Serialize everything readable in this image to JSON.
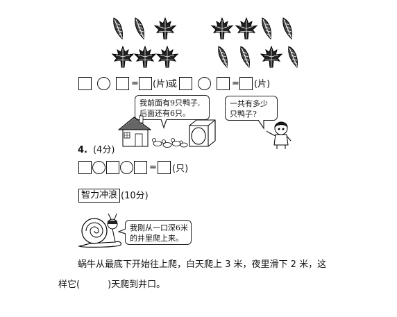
{
  "eq1": {
    "unit1": "(片)",
    "or": "或",
    "unit2": "(片)",
    "equals": "="
  },
  "bubble_left": {
    "line1": "我前面有9只鸭子,",
    "line2": "后面还有6只。"
  },
  "bubble_right": {
    "line1": "一共有多少",
    "line2": "只鸭子?"
  },
  "q4": {
    "number": "4",
    "sep": ".",
    "score": "(4分)"
  },
  "eq2": {
    "equals": "=",
    "unit": "(只)"
  },
  "challenge": {
    "label": "智力冲浪",
    "score": "(10分)"
  },
  "snail_bubble": {
    "line1": "我刚从一口深6米",
    "line2": "的井里爬上来。"
  },
  "problem": {
    "line1": "蜗牛从最底下开始往上爬，白天爬上 3 米，夜里滑下 2 米，这",
    "line2_start": "样它(",
    "line2_end": ")天爬到井口。"
  }
}
